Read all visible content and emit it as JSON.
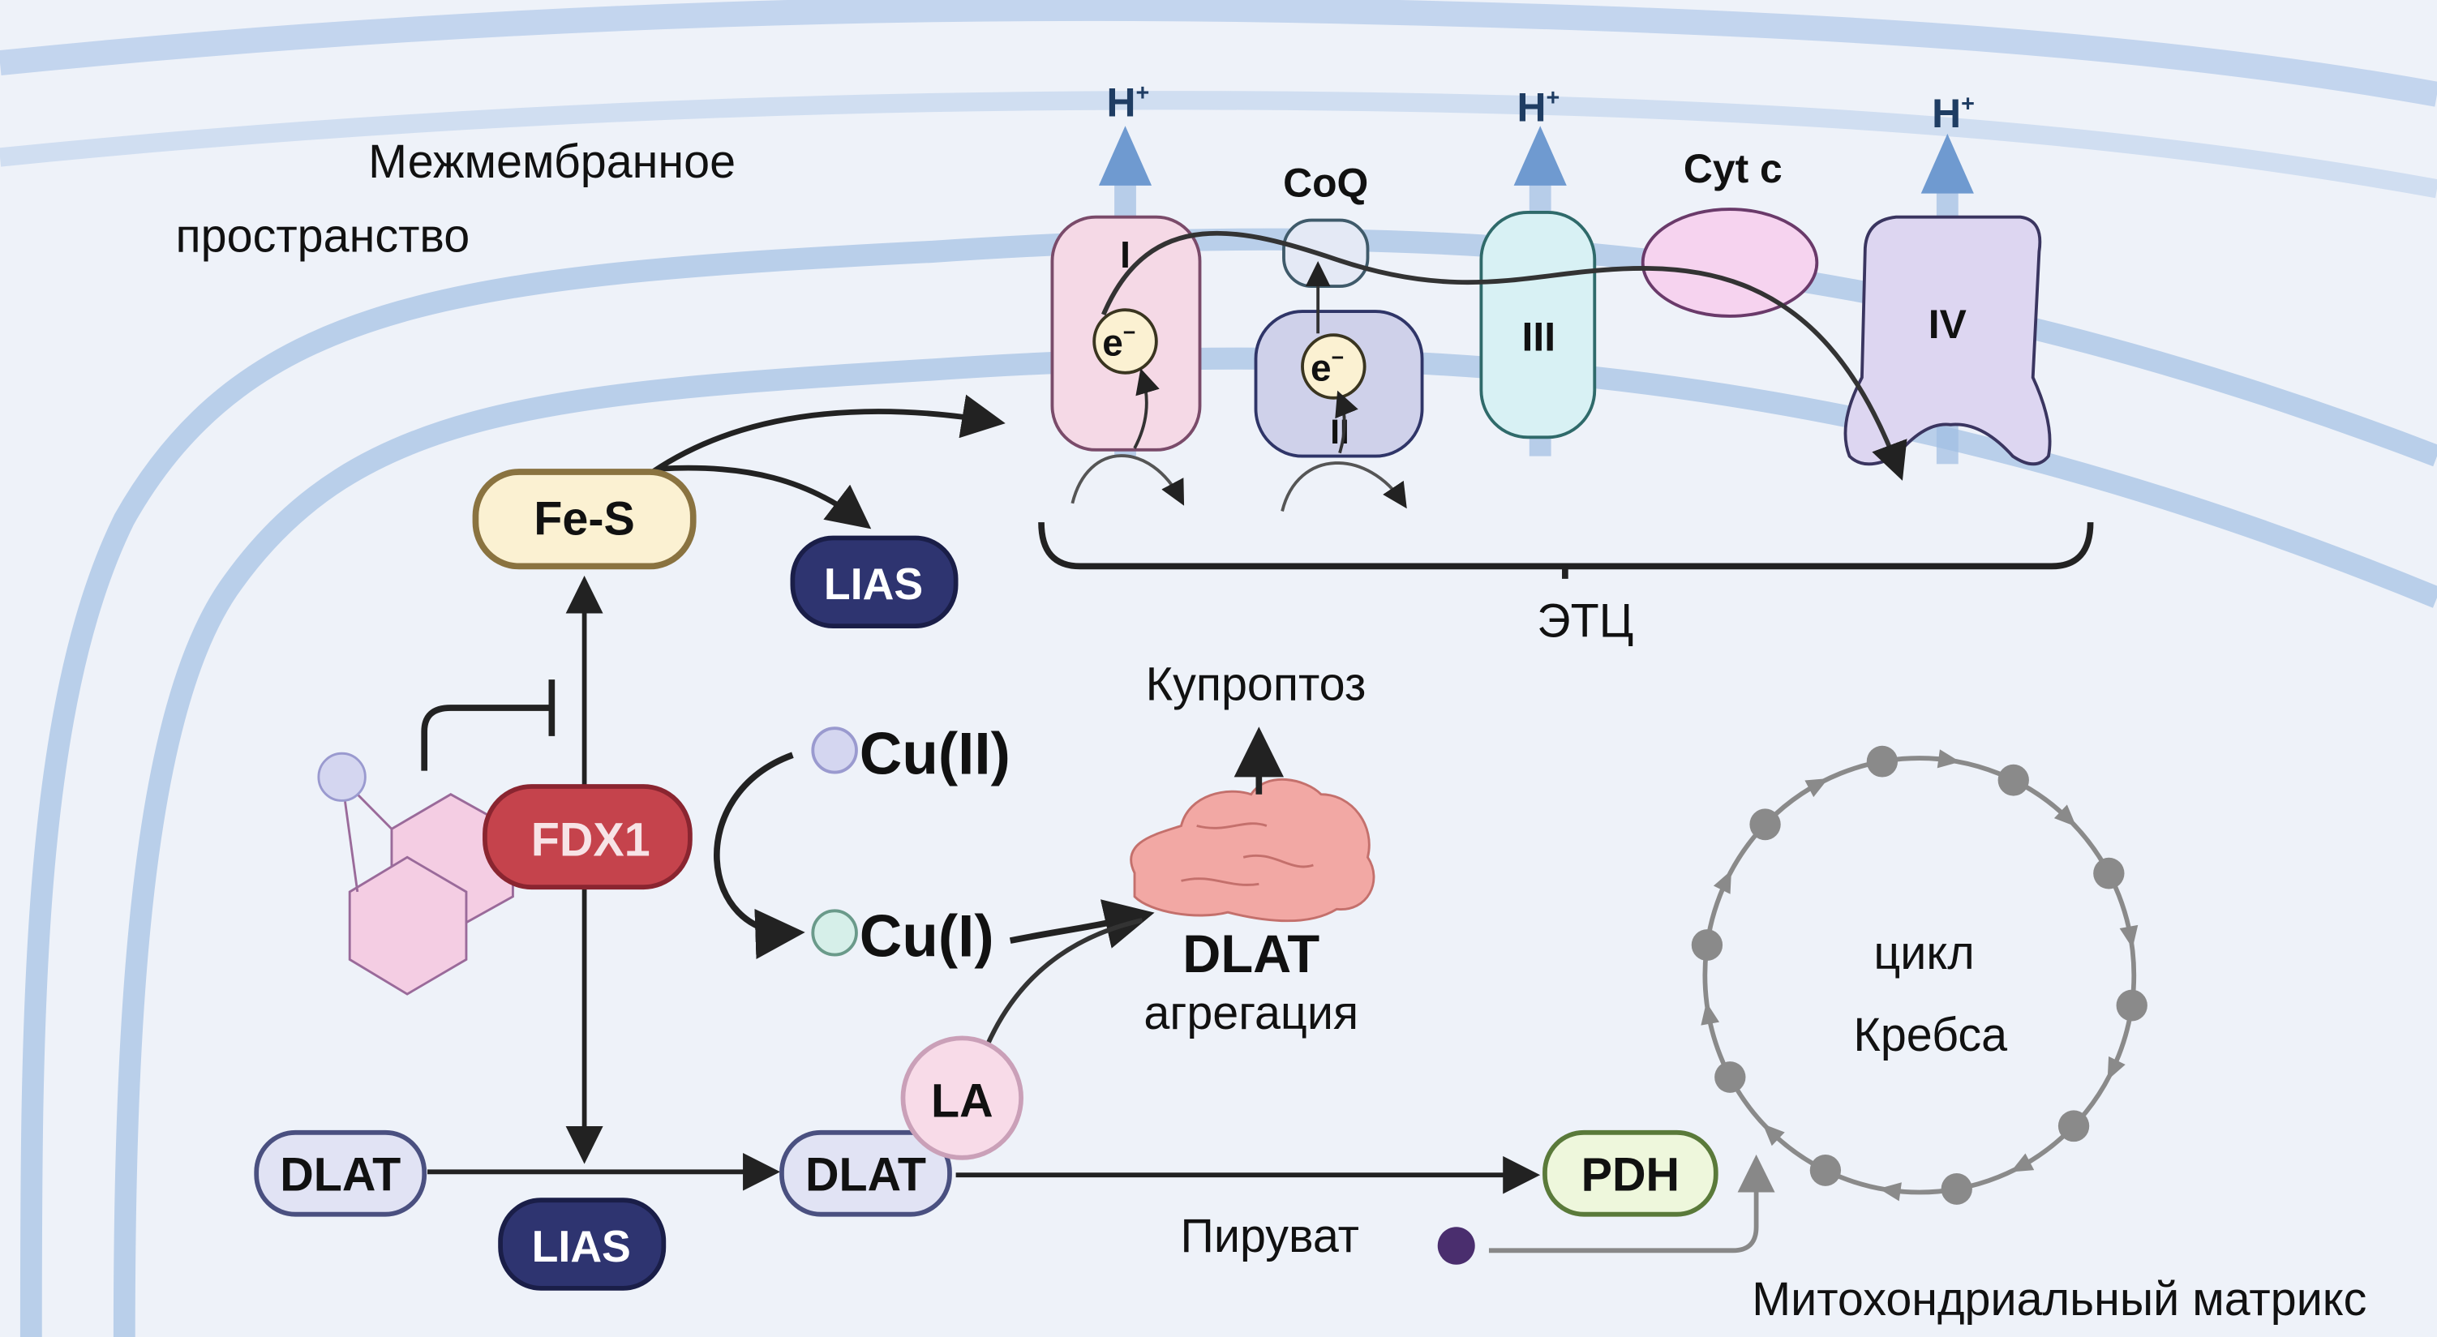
{
  "labels": {
    "intermembrane_line1": "Межмембранное",
    "intermembrane_line2": "пространство",
    "h_plus": "H",
    "h_plus_sup": "+",
    "complex_1": "I",
    "complex_2": "II",
    "complex_3": "III",
    "complex_4": "IV",
    "coq": "CoQ",
    "cyt_c": "Cyt c",
    "electron": "e",
    "electron_sup": "−",
    "etc": "ЭТЦ",
    "fe_s": "Fe-S",
    "lias": "LIAS",
    "fdx1": "FDX1",
    "cu2": "Cu(II)",
    "cu1": "Cu(I)",
    "cuproptosis": "Купроптоз",
    "dlat": "DLAT",
    "aggregation": "агрегация",
    "la": "LA",
    "pdh": "PDH",
    "pyruvate": "Пируват",
    "krebs_line1": "цикл",
    "krebs_line2": "Кребса",
    "matrix": "Митохондриальный матрикс"
  },
  "colors": {
    "background": "#eef2f9",
    "membrane": "#b9cfea",
    "h_arrow": "#6f9ad0",
    "complex_1": "#f5d9e6",
    "complex_2": "#cfd1ea",
    "complex_3": "#d8f1f4",
    "complex_4": "#ddd6f1",
    "cyt_c": "#f6d3ef",
    "fe_s": "#fbf1d2",
    "lias": "#2e3470",
    "fdx1": "#c5434c",
    "pdh": "#eef7dc",
    "krebs": "#888888"
  }
}
